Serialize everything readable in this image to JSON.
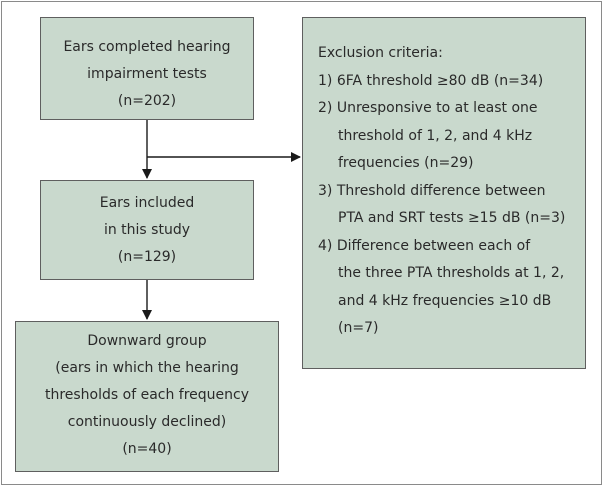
{
  "top_box": {
    "lines": [
      "Ears completed hearing",
      "impairment tests",
      "(n=202)"
    ]
  },
  "middle_box": {
    "lines": [
      "Ears included",
      "in this study",
      "(n=129)"
    ]
  },
  "bottom_box": {
    "lines": [
      "Downward group",
      "(ears in which the hearing",
      "thresholds of each frequency",
      "continuously declined)",
      "(n=40)"
    ]
  },
  "exclusion": {
    "title": "Exclusion criteria:",
    "items": [
      {
        "lines": [
          "1) 6FA threshold ≥80 dB (n=34)"
        ]
      },
      {
        "lines": [
          "2) Unresponsive to at least one",
          "threshold of 1, 2, and 4 kHz",
          "frequencies (n=29)"
        ]
      },
      {
        "lines": [
          "3) Threshold difference between",
          "PTA and SRT tests ≥15 dB (n=3)"
        ]
      },
      {
        "lines": [
          "4) Difference between each of",
          "the three PTA thresholds at 1, 2,",
          "and 4 kHz frequencies ≥10 dB",
          "(n=7)"
        ]
      }
    ]
  },
  "colors": {
    "box_fill": "#c9d9cd",
    "box_border": "#5f5f5f",
    "arrow": "#1a1a1a"
  }
}
